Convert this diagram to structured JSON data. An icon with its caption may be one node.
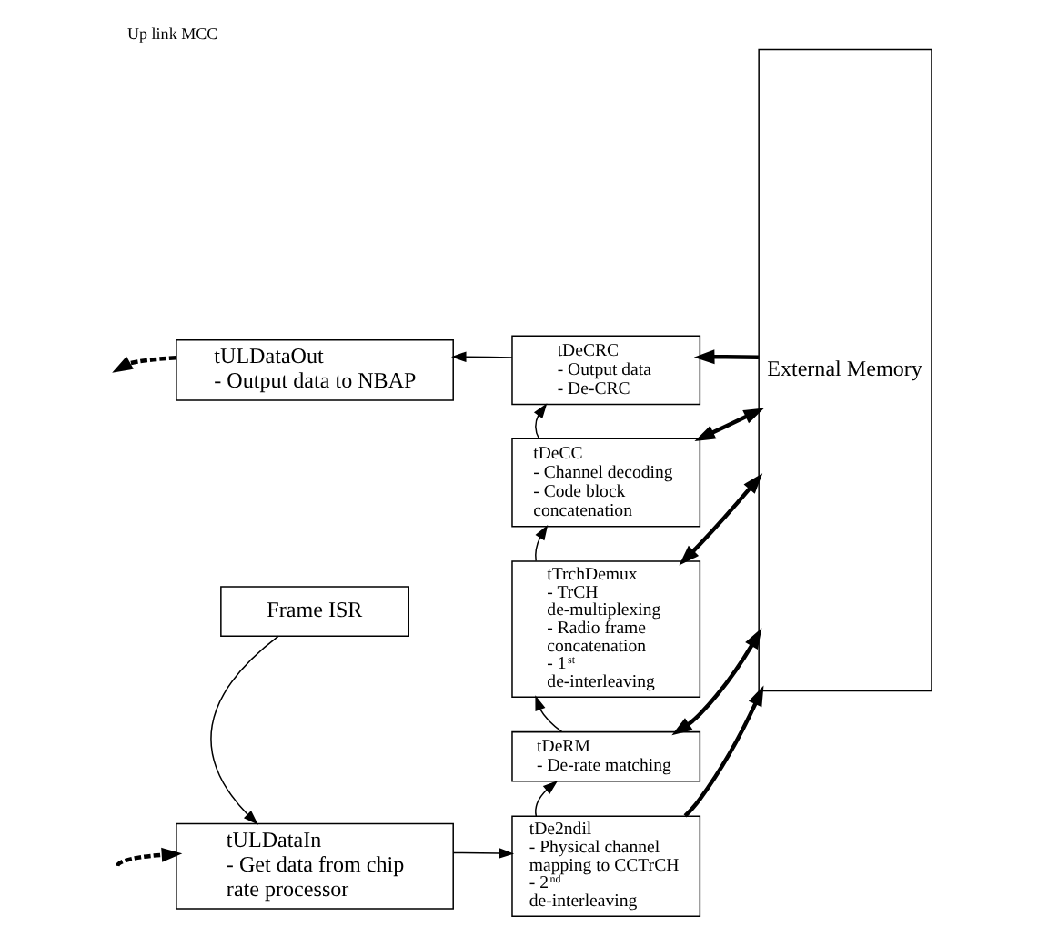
{
  "diagram": {
    "title": "Up link MCC",
    "nodes": [
      {
        "text": [
          "tULDataOut",
          "- Output data to NBAP"
        ]
      },
      {
        "text": [
          "tDeCRC",
          "- Output data",
          "- De-CRC"
        ]
      },
      {
        "text": [
          "tDeCC",
          "- Channel decoding",
          "- Code block concatenation"
        ]
      },
      {
        "text": [
          "tTrchDemux",
          "- TrCH de-multiplexing",
          "- Radio frame concatenation",
          "- 1$^{st}$ de-interleaving"
        ]
      },
      {
        "text": [
          "tDeRM",
          "- De-rate matching"
        ]
      },
      {
        "text": [
          "tDe2ndil",
          "- Physical channel mapping to CCTrCH",
          "- 2$^{nd}$ de-interleaving"
        ]
      },
      {
        "text": [
          "Frame ISR"
        ]
      },
      {
        "text": [
          "tULDataIn",
          "- Get data from chip rate processor"
        ]
      },
      {
        "text": [
          "External Memory"
        ]
      }
    ],
    "edges": [
      {
        "from": 1,
        "to": 0,
        "arrow": "to"
      },
      {
        "from": 0,
        "to": null,
        "arrow": "to",
        "style": "dashed"
      },
      {
        "from": 8,
        "to": 1,
        "arrow": "to",
        "style": "thick"
      },
      {
        "from": 2,
        "to": 1,
        "arrow": "to"
      },
      {
        "from": 8,
        "to": 2,
        "arrow": "both",
        "style": "thick"
      },
      {
        "from": 3,
        "to": 2,
        "arrow": "to"
      },
      {
        "from": 8,
        "to": 3,
        "arrow": "both",
        "style": "thick"
      },
      {
        "from": 4,
        "to": 3,
        "arrow": "to"
      },
      {
        "from": 8,
        "to": 4,
        "arrow": "both",
        "style": "thick"
      },
      {
        "from": 5,
        "to": 4,
        "arrow": "to"
      },
      {
        "from": 5,
        "to": 8,
        "arrow": "to",
        "style": "thick"
      },
      {
        "from": 6,
        "to": 7,
        "arrow": "to"
      },
      {
        "from": null,
        "to": 7,
        "arrow": "to",
        "style": "dashed"
      },
      {
        "from": 7,
        "to": 5,
        "arrow": "to"
      }
    ]
  }
}
